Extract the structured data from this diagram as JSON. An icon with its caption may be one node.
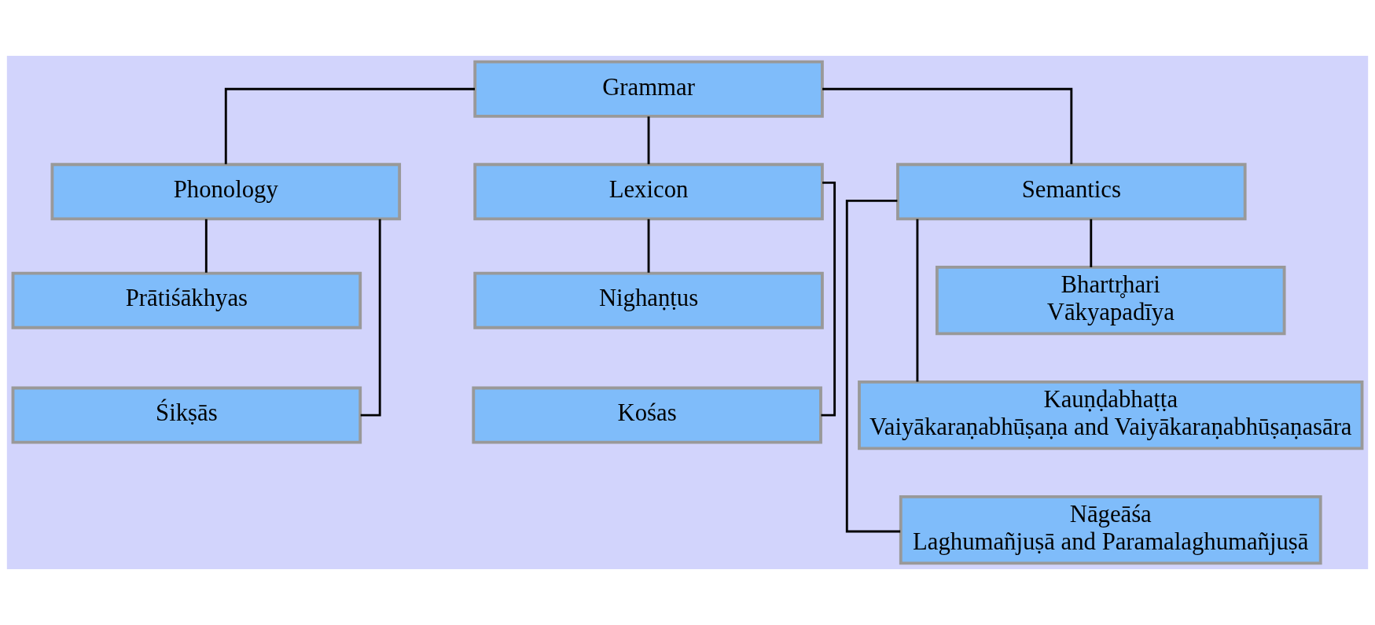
{
  "diagram": {
    "nodes": [
      {
        "text": [
          "Grammar"
        ]
      },
      {
        "text": [
          "Phonology"
        ]
      },
      {
        "text": [
          "Lexicon"
        ]
      },
      {
        "text": [
          "Semantics"
        ]
      },
      {
        "text": [
          "Prātiśākhyas"
        ]
      },
      {
        "text": [
          "Śikṣās"
        ]
      },
      {
        "text": [
          "Nighaṇṭus"
        ]
      },
      {
        "text": [
          "Kośas"
        ]
      },
      {
        "text": [
          "Bhartr̥hari",
          "Vākyapadīya"
        ]
      },
      {
        "text": [
          "Kauṇḍabhaṭṭa",
          "Vaiyākaraṇabhūṣaṇa and Vaiyākaraṇabhūṣaṇasāra"
        ]
      },
      {
        "text": [
          "Nāgeāśa",
          "Laghumañjuṣā and Paramalaghumañjuṣā"
        ]
      }
    ],
    "edges": [
      {
        "from": 0,
        "to": 1,
        "arrow": "none"
      },
      {
        "from": 0,
        "to": 2,
        "arrow": "none"
      },
      {
        "from": 0,
        "to": 3,
        "arrow": "none"
      },
      {
        "from": 1,
        "to": 4,
        "arrow": "none"
      },
      {
        "from": 1,
        "to": 5,
        "arrow": "none"
      },
      {
        "from": 2,
        "to": 6,
        "arrow": "none"
      },
      {
        "from": 2,
        "to": 7,
        "arrow": "none"
      },
      {
        "from": 3,
        "to": 8,
        "arrow": "none"
      },
      {
        "from": 3,
        "to": 9,
        "arrow": "none"
      },
      {
        "from": 3,
        "to": 10,
        "arrow": "none"
      }
    ]
  }
}
